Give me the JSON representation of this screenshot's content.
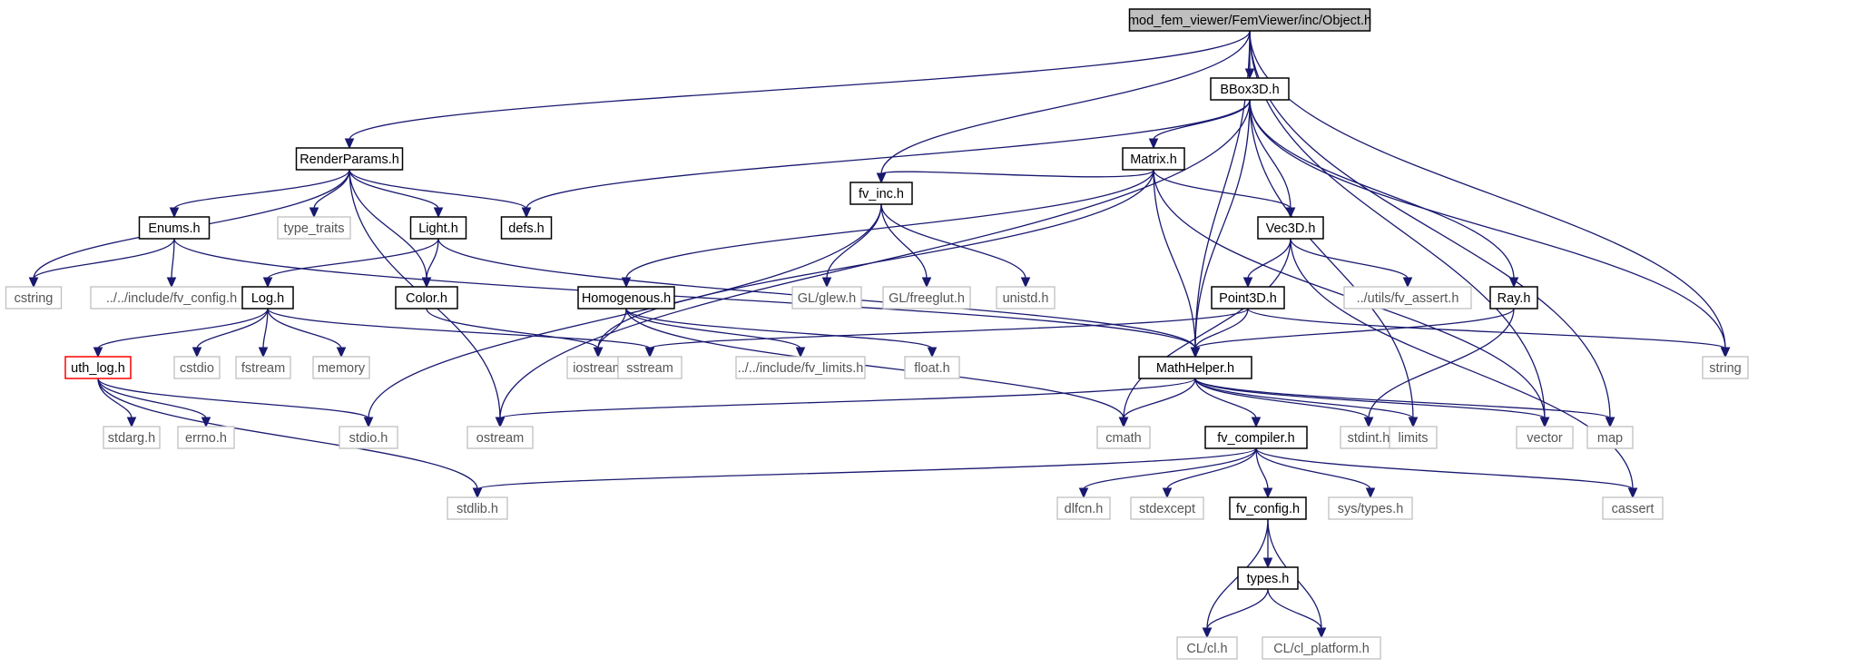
{
  "colors": {
    "edge": "#191970",
    "project_border": "#000000",
    "system_border": "#bfbfbf",
    "highlight_border": "#ff0000",
    "root_fill": "#bfbfbf"
  },
  "nodes": [
    {
      "id": "object_h",
      "label": "mod_fem_viewer/FemViewer/inc/Object.h",
      "kind": "root"
    },
    {
      "id": "renderparams_h",
      "label": "RenderParams.h",
      "kind": "project"
    },
    {
      "id": "bbox3d_h",
      "label": "BBox3D.h",
      "kind": "project"
    },
    {
      "id": "defs_h",
      "label": "defs.h",
      "kind": "project"
    },
    {
      "id": "enums_h",
      "label": "Enums.h",
      "kind": "project"
    },
    {
      "id": "light_h",
      "label": "Light.h",
      "kind": "project"
    },
    {
      "id": "type_traits",
      "label": "type_traits",
      "kind": "system"
    },
    {
      "id": "matrix_h",
      "label": "Matrix.h",
      "kind": "project"
    },
    {
      "id": "fv_inc_h",
      "label": "fv_inc.h",
      "kind": "project"
    },
    {
      "id": "vec3d_h",
      "label": "Vec3D.h",
      "kind": "project"
    },
    {
      "id": "cstring",
      "label": "cstring",
      "kind": "system"
    },
    {
      "id": "fv_config_rel",
      "label": "../../include/fv_config.h",
      "kind": "system"
    },
    {
      "id": "log_h",
      "label": "Log.h",
      "kind": "project"
    },
    {
      "id": "color_h",
      "label": "Color.h",
      "kind": "project"
    },
    {
      "id": "homogenous_h",
      "label": "Homogenous.h",
      "kind": "project"
    },
    {
      "id": "gl_glew_h",
      "label": "GL/glew.h",
      "kind": "system"
    },
    {
      "id": "gl_freeglut_h",
      "label": "GL/freeglut.h",
      "kind": "system"
    },
    {
      "id": "unistd_h",
      "label": "unistd.h",
      "kind": "system"
    },
    {
      "id": "point3d_h",
      "label": "Point3D.h",
      "kind": "project"
    },
    {
      "id": "fv_assert_h",
      "label": "../utils/fv_assert.h",
      "kind": "system"
    },
    {
      "id": "ray_h",
      "label": "Ray.h",
      "kind": "project"
    },
    {
      "id": "uth_log_h",
      "label": "uth_log.h",
      "kind": "highlight"
    },
    {
      "id": "cstdio",
      "label": "cstdio",
      "kind": "system"
    },
    {
      "id": "fstream",
      "label": "fstream",
      "kind": "system"
    },
    {
      "id": "memory",
      "label": "memory",
      "kind": "system"
    },
    {
      "id": "iostream",
      "label": "iostream",
      "kind": "system"
    },
    {
      "id": "sstream",
      "label": "sstream",
      "kind": "system"
    },
    {
      "id": "fv_limits_rel",
      "label": "../../include/fv_limits.h",
      "kind": "system"
    },
    {
      "id": "float_h",
      "label": "float.h",
      "kind": "system"
    },
    {
      "id": "mathhelper_h",
      "label": "MathHelper.h",
      "kind": "project"
    },
    {
      "id": "string",
      "label": "string",
      "kind": "system"
    },
    {
      "id": "stdarg_h",
      "label": "stdarg.h",
      "kind": "system"
    },
    {
      "id": "errno_h",
      "label": "errno.h",
      "kind": "system"
    },
    {
      "id": "stdio_h",
      "label": "stdio.h",
      "kind": "system"
    },
    {
      "id": "ostream",
      "label": "ostream",
      "kind": "system"
    },
    {
      "id": "cmath",
      "label": "cmath",
      "kind": "system"
    },
    {
      "id": "fv_compiler_h",
      "label": "fv_compiler.h",
      "kind": "project"
    },
    {
      "id": "stdint_h",
      "label": "stdint.h",
      "kind": "system"
    },
    {
      "id": "limits",
      "label": "limits",
      "kind": "system"
    },
    {
      "id": "vector",
      "label": "vector",
      "kind": "system"
    },
    {
      "id": "map",
      "label": "map",
      "kind": "system"
    },
    {
      "id": "stdlib_h",
      "label": "stdlib.h",
      "kind": "system"
    },
    {
      "id": "dlfcn_h",
      "label": "dlfcn.h",
      "kind": "system"
    },
    {
      "id": "stdexcept",
      "label": "stdexcept",
      "kind": "system"
    },
    {
      "id": "fv_config_h",
      "label": "fv_config.h",
      "kind": "project"
    },
    {
      "id": "sys_types_h",
      "label": "sys/types.h",
      "kind": "system"
    },
    {
      "id": "cassert",
      "label": "cassert",
      "kind": "system"
    },
    {
      "id": "types_h",
      "label": "types.h",
      "kind": "project"
    },
    {
      "id": "cl_cl_h",
      "label": "CL/cl.h",
      "kind": "system"
    },
    {
      "id": "cl_platform_h",
      "label": "CL/cl_platform.h",
      "kind": "system"
    }
  ],
  "edges": [
    [
      "object_h",
      "renderparams_h"
    ],
    [
      "object_h",
      "bbox3d_h"
    ],
    [
      "object_h",
      "fv_inc_h"
    ],
    [
      "object_h",
      "mathhelper_h"
    ],
    [
      "object_h",
      "string"
    ],
    [
      "object_h",
      "vector"
    ],
    [
      "object_h",
      "map"
    ],
    [
      "renderparams_h",
      "cstring"
    ],
    [
      "renderparams_h",
      "enums_h"
    ],
    [
      "renderparams_h",
      "type_traits"
    ],
    [
      "renderparams_h",
      "light_h"
    ],
    [
      "renderparams_h",
      "defs_h"
    ],
    [
      "renderparams_h",
      "color_h"
    ],
    [
      "renderparams_h",
      "ostream"
    ],
    [
      "bbox3d_h",
      "defs_h"
    ],
    [
      "bbox3d_h",
      "matrix_h"
    ],
    [
      "bbox3d_h",
      "vec3d_h"
    ],
    [
      "bbox3d_h",
      "ray_h"
    ],
    [
      "bbox3d_h",
      "mathhelper_h"
    ],
    [
      "bbox3d_h",
      "ostream"
    ],
    [
      "bbox3d_h",
      "string"
    ],
    [
      "bbox3d_h",
      "limits"
    ],
    [
      "enums_h",
      "cstring"
    ],
    [
      "enums_h",
      "fv_config_rel"
    ],
    [
      "enums_h",
      "mathhelper_h"
    ],
    [
      "light_h",
      "log_h"
    ],
    [
      "light_h",
      "color_h"
    ],
    [
      "light_h",
      "mathhelper_h"
    ],
    [
      "matrix_h",
      "fv_inc_h"
    ],
    [
      "matrix_h",
      "homogenous_h"
    ],
    [
      "matrix_h",
      "vec3d_h"
    ],
    [
      "matrix_h",
      "mathhelper_h"
    ],
    [
      "matrix_h",
      "iostream"
    ],
    [
      "matrix_h",
      "vector"
    ],
    [
      "fv_inc_h",
      "gl_glew_h"
    ],
    [
      "fv_inc_h",
      "gl_freeglut_h"
    ],
    [
      "fv_inc_h",
      "unistd_h"
    ],
    [
      "fv_inc_h",
      "stdio_h"
    ],
    [
      "vec3d_h",
      "point3d_h"
    ],
    [
      "vec3d_h",
      "fv_assert_h"
    ],
    [
      "vec3d_h",
      "cmath"
    ],
    [
      "vec3d_h",
      "cassert"
    ],
    [
      "log_h",
      "uth_log_h"
    ],
    [
      "log_h",
      "cstdio"
    ],
    [
      "log_h",
      "fstream"
    ],
    [
      "log_h",
      "memory"
    ],
    [
      "log_h",
      "sstream"
    ],
    [
      "color_h",
      "iostream"
    ],
    [
      "homogenous_h",
      "iostream"
    ],
    [
      "homogenous_h",
      "fv_limits_rel"
    ],
    [
      "homogenous_h",
      "float_h"
    ],
    [
      "homogenous_h",
      "cmath"
    ],
    [
      "point3d_h",
      "sstream"
    ],
    [
      "point3d_h",
      "mathhelper_h"
    ],
    [
      "point3d_h",
      "string"
    ],
    [
      "ray_h",
      "mathhelper_h"
    ],
    [
      "ray_h",
      "stdint_h"
    ],
    [
      "uth_log_h",
      "stdarg_h"
    ],
    [
      "uth_log_h",
      "errno_h"
    ],
    [
      "uth_log_h",
      "stdio_h"
    ],
    [
      "uth_log_h",
      "stdlib_h"
    ],
    [
      "mathhelper_h",
      "ostream"
    ],
    [
      "mathhelper_h",
      "cmath"
    ],
    [
      "mathhelper_h",
      "fv_compiler_h"
    ],
    [
      "mathhelper_h",
      "stdint_h"
    ],
    [
      "mathhelper_h",
      "limits"
    ],
    [
      "mathhelper_h",
      "vector"
    ],
    [
      "mathhelper_h",
      "map"
    ],
    [
      "fv_compiler_h",
      "stdlib_h"
    ],
    [
      "fv_compiler_h",
      "dlfcn_h"
    ],
    [
      "fv_compiler_h",
      "stdexcept"
    ],
    [
      "fv_compiler_h",
      "fv_config_h"
    ],
    [
      "fv_compiler_h",
      "sys_types_h"
    ],
    [
      "fv_compiler_h",
      "cassert"
    ],
    [
      "fv_config_h",
      "types_h"
    ],
    [
      "fv_config_h",
      "cl_cl_h"
    ],
    [
      "fv_config_h",
      "cl_platform_h"
    ],
    [
      "types_h",
      "cl_cl_h"
    ],
    [
      "types_h",
      "cl_platform_h"
    ]
  ]
}
